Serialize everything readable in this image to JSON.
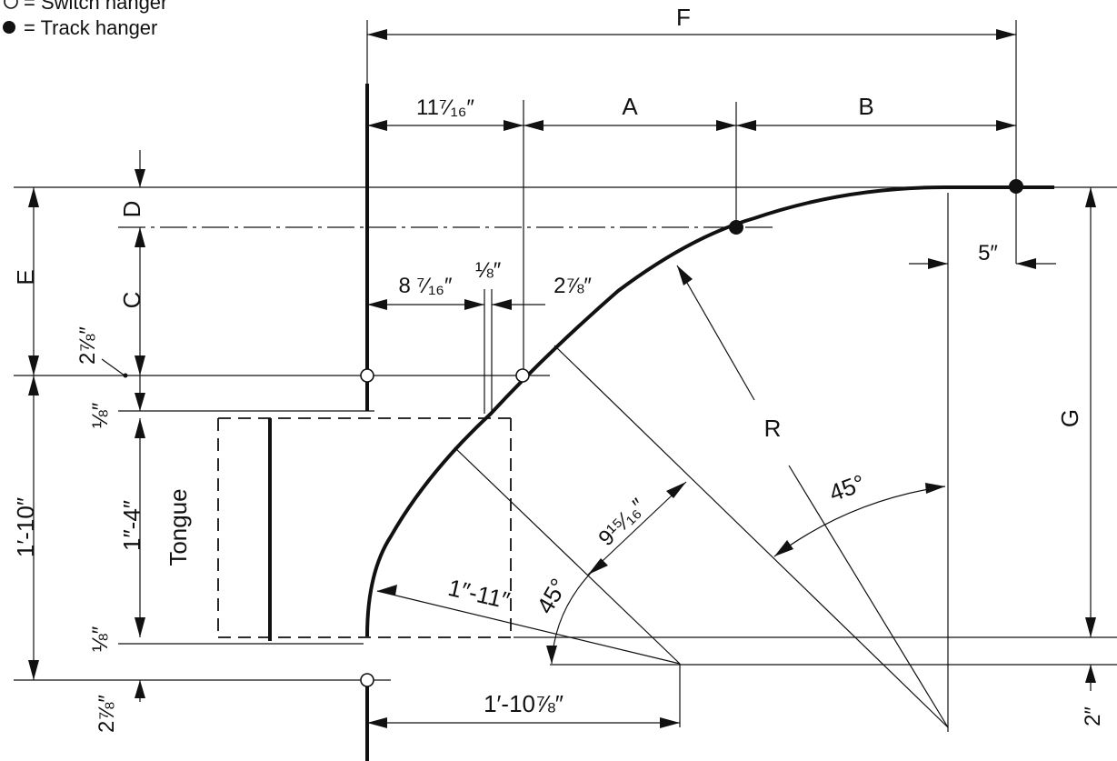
{
  "legend": {
    "switch_symbol": "○",
    "switch_text": "= Switch hanger",
    "track_symbol": "●",
    "track_text": "= Track hanger"
  },
  "labels": {
    "F": "F",
    "A": "A",
    "B": "B",
    "D": "D",
    "C": "C",
    "E": "E",
    "G": "G",
    "R": "R",
    "tongue": "Tongue",
    "dim_11_7_16": "11⁷⁄₁₆″",
    "dim_8_7_16": "8 ⁷⁄₁₆″",
    "dim_1_8_top": "⅛″",
    "dim_2_7_8_top": "2⅞″",
    "dim_5": "5″",
    "dim_2_7_8_left": "2⅞″",
    "dim_1_8_left_top": "⅛″",
    "dim_1_8_left_bottom": "⅛″",
    "dim_1_10": "1′-10″",
    "dim_1_4": "1″-4″",
    "dim_9_15_16": "9¹⁵⁄₁₆″",
    "dim_1_11": "1″-11″",
    "angle_45_left": "45°",
    "angle_45_right": "45°",
    "dim_2_7_8_bottom": "2⅞″",
    "dim_1_10_7_8": "1′-10⅞″",
    "dim_2": "2″"
  }
}
